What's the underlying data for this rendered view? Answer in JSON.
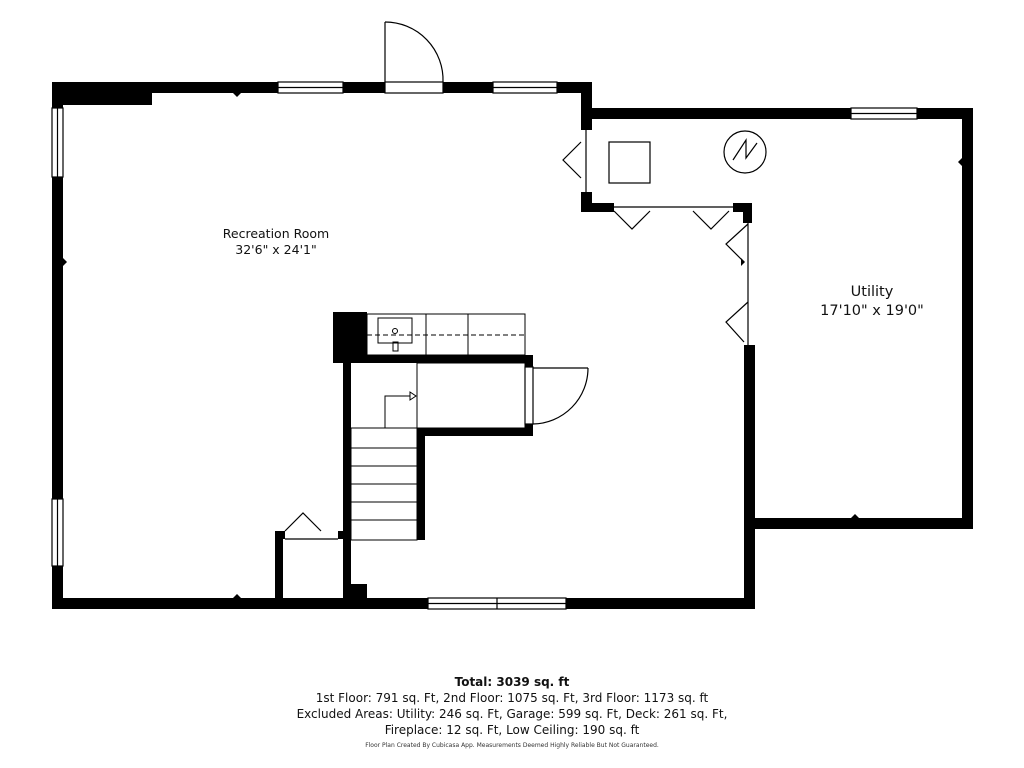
{
  "rooms": {
    "recreation": {
      "name": "Recreation Room",
      "dimensions": "32'6\" x 24'1\""
    },
    "utility": {
      "name": "Utility",
      "dimensions": "17'10\" x 19'0\""
    }
  },
  "summary": {
    "total": "Total: 3039 sq. ft",
    "floors": "1st Floor: 791 sq. Ft, 2nd Floor: 1075 sq. Ft, 3rd Floor: 1173 sq. ft",
    "excluded": "Excluded Areas: Utility: 246 sq. Ft, Garage: 599 sq. Ft, Deck: 261 sq. Ft,",
    "excluded_more": "Fireplace: 12 sq. Ft, Low Ceiling: 190 sq. ft"
  },
  "footnote": "Floor Plan Created By Cubicasa App. Measurements Deemed Highly Reliable But Not Guaranteed.",
  "colors": {
    "wall": "#000000",
    "window": "#000000",
    "background": "#ffffff"
  }
}
